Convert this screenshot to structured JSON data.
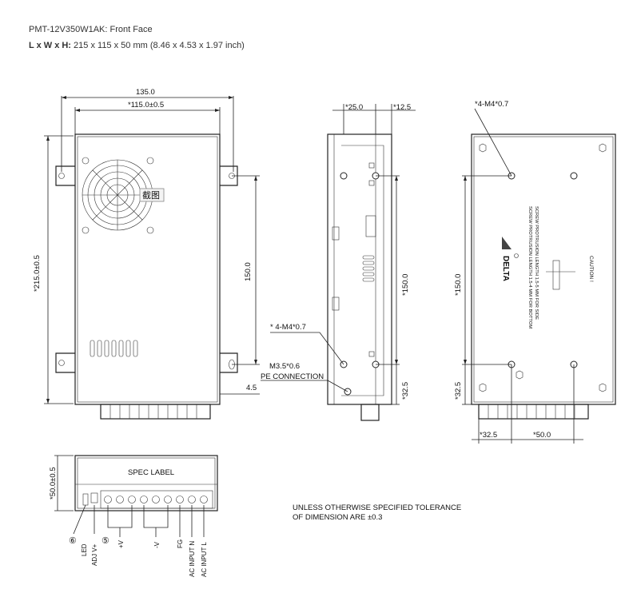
{
  "header": {
    "model": "PMT-12V350W1AK",
    "view": ": Front Face",
    "dims_label": "L x W x H:",
    "dims_value": "215 x 115 x 50 mm (8.46 x 4.53 x 1.97 inch)"
  },
  "front_view": {
    "width_outer": "135.0",
    "width_body": "*115.0±0.5",
    "height_total": "*215.0±0.5",
    "hole_span": "150.0",
    "pe_offset": "4.5",
    "overlay_badge": "截图"
  },
  "side_view": {
    "top_dim_1": "*25.0",
    "top_dim_2": "*12.5",
    "hole_span": "*150.0",
    "bottom_dim": "*32.5",
    "mount_note": "* 4-M4*0.7",
    "pe_screw": "M3.5*0.6",
    "pe_label": "PE CONNECTION"
  },
  "bottom_view": {
    "mount_note": "*4-M4*0.7",
    "hole_span": "*150.0",
    "bottom_dim": "*32.5",
    "dim_a": "*32.5",
    "dim_b": "*50.0",
    "warn_lines": [
      "CAUTION !",
      "SCREW PROTRUSION LENGTH 1.5-4 MM FOR BOTTOM",
      "SCREW PROTRUSION LENGTH 1.5-5 MM FOR SIDE"
    ],
    "brand": "DELTA"
  },
  "end_view": {
    "height": "*50.0±0.5",
    "spec_label": "SPEC LABEL",
    "callout_6": "⑥",
    "callout_5": "⑤",
    "pins": [
      "LED",
      "ADJ V+",
      "+V",
      "-V",
      "FG",
      "AC INPUT N",
      "AC INPUT L"
    ]
  },
  "tolerance_note": [
    "UNLESS OTHERWISE SPECIFIED TOLERANCE",
    "OF DIMENSION ARE ±0.3"
  ]
}
